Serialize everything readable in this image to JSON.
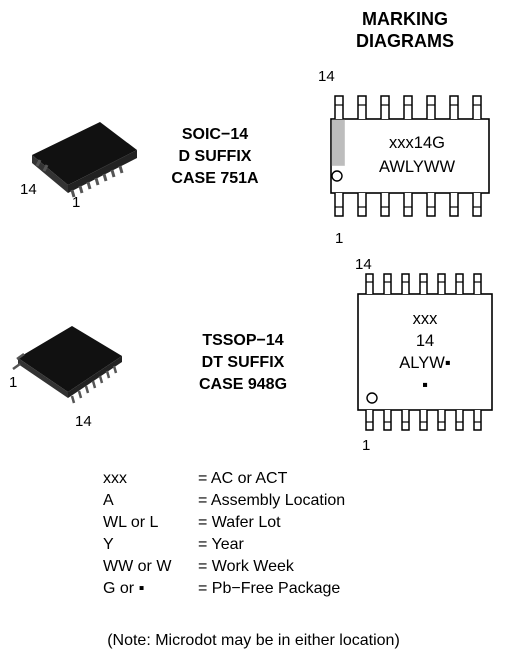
{
  "header": {
    "line1": "MARKING",
    "line2": "DIAGRAMS"
  },
  "soic": {
    "photo_pin14": "14",
    "photo_pin1": "1",
    "title": [
      "SOIC−14",
      "D SUFFIX",
      "CASE 751A"
    ],
    "pin_top": "14",
    "pin_bottom": "1",
    "marking": [
      "xxx14G",
      "AWLYWW"
    ]
  },
  "tssop": {
    "photo_pin1": "1",
    "photo_pin14": "14",
    "title": [
      "TSSOP−14",
      "DT SUFFIX",
      "CASE 948G"
    ],
    "pin_top": "14",
    "pin_bottom": "1",
    "marking": [
      "xxx",
      "14",
      "ALYW▪",
      "▪"
    ]
  },
  "legend": [
    {
      "code": "xxx",
      "desc": "= AC or ACT"
    },
    {
      "code": "A",
      "desc": "= Assembly Location"
    },
    {
      "code": "WL or L",
      "desc": "= Wafer Lot"
    },
    {
      "code": "Y",
      "desc": "= Year"
    },
    {
      "code": "WW or W",
      "desc": "= Work Week"
    },
    {
      "code": "G or ▪",
      "desc": "= Pb−Free Package"
    }
  ],
  "note": "(Note: Microdot may be in either location)",
  "colors": {
    "ink": "#000000",
    "pin1_band": "#bdbdbd",
    "background": "#ffffff"
  }
}
